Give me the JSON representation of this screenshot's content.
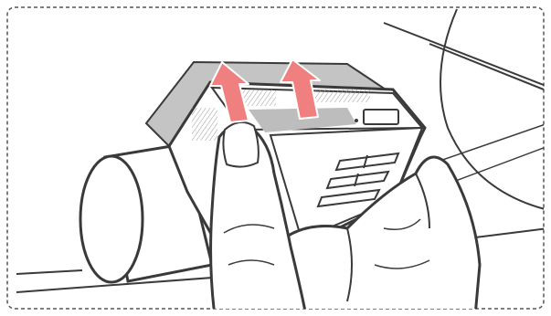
{
  "illustration": {
    "subject": "hand-pressing-device-into-mount",
    "colors": {
      "background": "#ffffff",
      "line": "#3a3a3a",
      "frame": "#555555",
      "mount_fill": "#b9b9b9",
      "mount_top": "#d6d6d6",
      "arrow": "#f08080",
      "skin": "#ffffff"
    },
    "arrows": [
      {
        "name": "left-push-arrow",
        "direction": "up"
      },
      {
        "name": "right-push-arrow",
        "direction": "up"
      }
    ],
    "icons": [
      "up-arrow-icon",
      "up-arrow-icon"
    ]
  }
}
